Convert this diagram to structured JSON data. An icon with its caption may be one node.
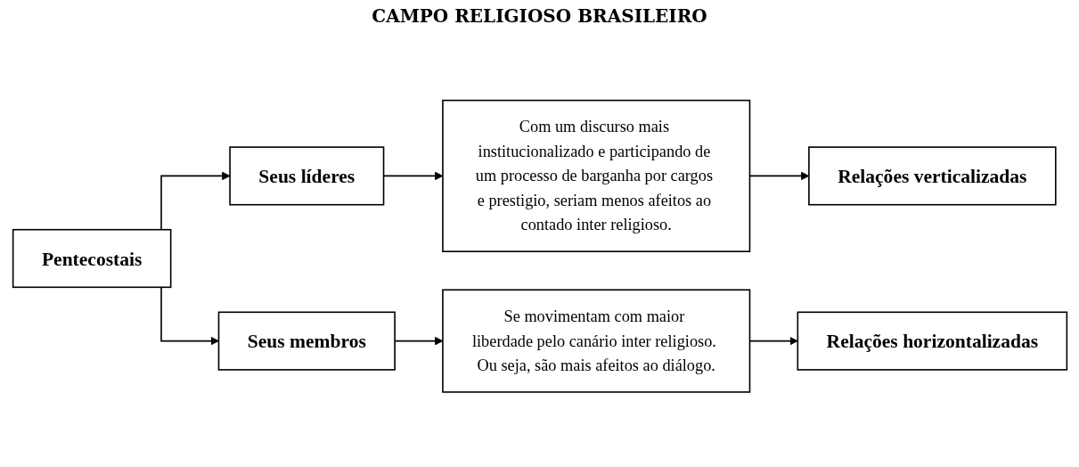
{
  "diagram": {
    "nodes": [
      {
        "text": [
          "Pentecostais"
        ]
      },
      {
        "text": [
          "Seus líderes"
        ]
      },
      {
        "text": [
          "Com um discurso mais institucionalizado e participando de um processo de barganha por cargos e prestigio, seriam menos afeitos ao contado inter religioso."
        ]
      },
      {
        "text": [
          "Relações verticalizadas"
        ]
      },
      {
        "text": [
          "Seus membros"
        ]
      },
      {
        "text": [
          "Se movimentam com maior liberdade pelo canário inter religioso. Ou seja, são mais afeitos ao diálogo."
        ]
      },
      {
        "text": [
          "Relações horizontalizadas"
        ]
      }
    ],
    "edges": [
      {
        "from": 0,
        "to": 1,
        "arrow": "to"
      },
      {
        "from": 1,
        "to": 2,
        "arrow": "to"
      },
      {
        "from": 2,
        "to": 3,
        "arrow": "to"
      },
      {
        "from": 0,
        "to": 4,
        "arrow": "to"
      },
      {
        "from": 4,
        "to": 5,
        "arrow": "to"
      },
      {
        "from": 5,
        "to": 6,
        "arrow": "to"
      }
    ],
    "labels": [
      "CAMPO RELIGIOSO BRASILEIRO"
    ]
  }
}
